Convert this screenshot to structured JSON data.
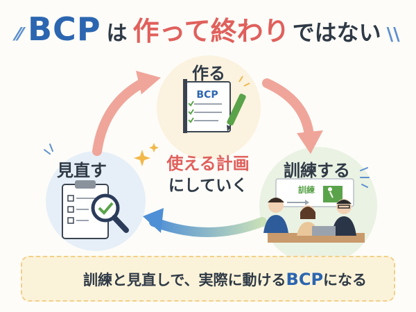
{
  "title": {
    "part1": "BCP",
    "part2": "は",
    "part3": "作って終わり",
    "part4": "ではない"
  },
  "cycle": {
    "nodes": [
      {
        "label": "作る"
      },
      {
        "label": "訓練する"
      },
      {
        "label": "見直す"
      }
    ],
    "center_line1": "使える計画",
    "center_line2": "にしていく"
  },
  "document_label": "BCP",
  "training_board_label": "訓練",
  "bottom": {
    "prefix": "訓練と見直しで、実際に動ける",
    "highlight": "BCP",
    "suffix": "になる"
  },
  "colors": {
    "blue": "#2c66b0",
    "red": "#e0605c",
    "arrow_red": "#f0a59a",
    "arrow_blue": "#4f8fd6",
    "green": "#5aa34a",
    "cream": "#fbf3d9"
  },
  "icons": [
    "document-icon",
    "pen-icon",
    "clipboard-icon",
    "magnifier-icon",
    "sparkle-icon",
    "heart-hand-icon",
    "running-person-icon"
  ]
}
